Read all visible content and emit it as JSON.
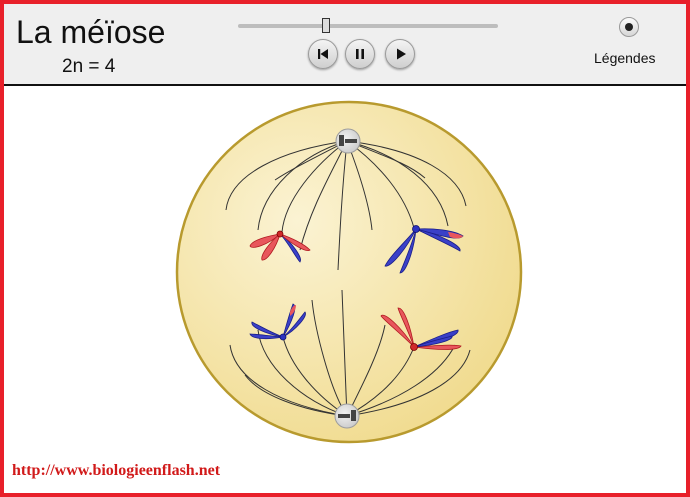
{
  "app": {
    "title": "La méïose",
    "subtitle": "2n = 4"
  },
  "playback": {
    "progress": 0.34,
    "controls": [
      {
        "name": "rewind-button",
        "icon": "skip-back-icon"
      },
      {
        "name": "pause-button",
        "icon": "pause-icon"
      },
      {
        "name": "play-button",
        "icon": "play-icon"
      }
    ]
  },
  "legend_toggle": {
    "label": "Légendes",
    "selected": true
  },
  "footer": {
    "url": "http://www.biologieenflash.net"
  },
  "colors": {
    "frame": "#e8202a",
    "cell_fill": "#f5e6a8",
    "cell_border": "#b89a2e",
    "chromosome_red": "#e0262d",
    "chromosome_blue": "#2b31b8",
    "url_text": "#d11a1a"
  }
}
